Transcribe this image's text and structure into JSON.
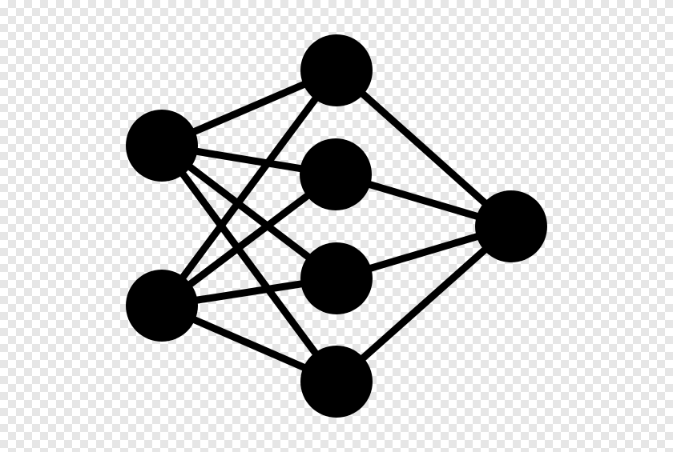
{
  "colors": {
    "ink": "#000000",
    "checker_light": "#ffffff",
    "checker_dark": "#e6e6e6"
  },
  "icon": "neural-network-icon",
  "network": {
    "layers": [
      {
        "name": "input",
        "nodes": [
          "input-node-1",
          "input-node-2"
        ]
      },
      {
        "name": "hidden",
        "nodes": [
          "hidden-node-1",
          "hidden-node-2",
          "hidden-node-3",
          "hidden-node-4"
        ]
      },
      {
        "name": "output",
        "nodes": [
          "output-node"
        ]
      }
    ],
    "connections": [
      [
        "input-node-1",
        "hidden-node-1"
      ],
      [
        "input-node-1",
        "hidden-node-2"
      ],
      [
        "input-node-1",
        "hidden-node-3"
      ],
      [
        "input-node-1",
        "hidden-node-4"
      ],
      [
        "input-node-2",
        "hidden-node-1"
      ],
      [
        "input-node-2",
        "hidden-node-2"
      ],
      [
        "input-node-2",
        "hidden-node-3"
      ],
      [
        "input-node-2",
        "hidden-node-4"
      ],
      [
        "hidden-node-1",
        "output-node"
      ],
      [
        "hidden-node-2",
        "output-node"
      ],
      [
        "hidden-node-3",
        "output-node"
      ],
      [
        "hidden-node-4",
        "output-node"
      ]
    ]
  }
}
